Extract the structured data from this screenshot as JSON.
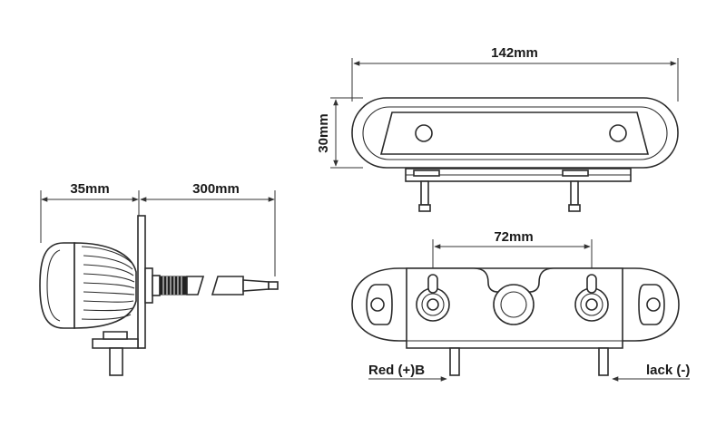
{
  "dimensions": {
    "side_depth": "35mm",
    "cable_length": "300mm",
    "top_length": "142mm",
    "top_height": "30mm",
    "mount_spacing": "72mm"
  },
  "wires": {
    "positive": "Red (+)B",
    "negative": "lack (-)"
  }
}
